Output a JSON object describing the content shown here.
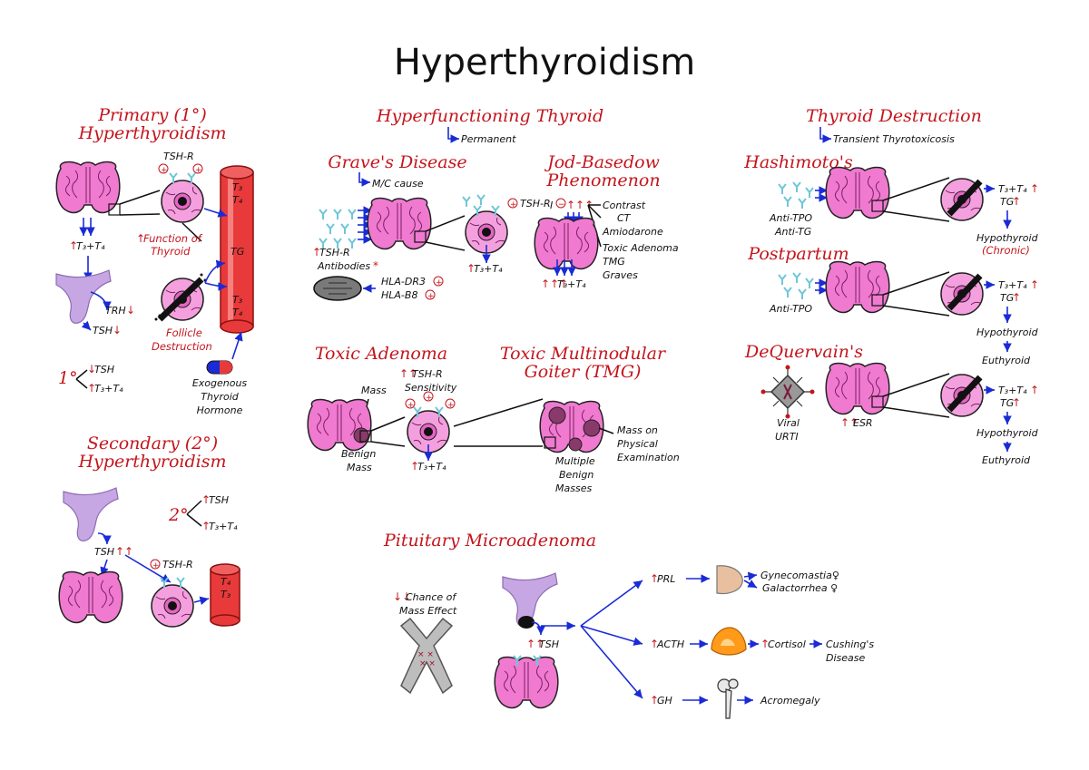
{
  "title": "Hyperthyroidism",
  "primary": {
    "heading_l1": "Primary (1°)",
    "heading_l2": "Hyperthyroidism",
    "tsh_r": "TSH-R",
    "t3t4": "T₃+T₄",
    "function_l1": "Function of",
    "function_l2": "Thyroid",
    "trh": "TRH",
    "tsh": "TSH",
    "follicle_l1": "Follicle",
    "follicle_l2": "Destruction",
    "exo_l1": "Exogenous",
    "exo_l2": "Thyroid",
    "exo_l3": "Hormone",
    "vessel_t3": "T₃",
    "vessel_t4": "T₄",
    "vessel_tg": "TG",
    "degree": "1°",
    "deg_tsh": "TSH",
    "deg_t3t4": "T₃+T₄"
  },
  "secondary": {
    "heading_l1": "Secondary (2°)",
    "heading_l2": "Hyperthyroidism",
    "degree": "2°",
    "deg_tsh": "TSH",
    "deg_t3t4": "T₃+T₄",
    "tsh": "TSH",
    "tsh_r": "TSH-R",
    "vessel_t4": "T₄",
    "vessel_t3": "T₃"
  },
  "hyperfunctioning": {
    "heading": "Hyperfunctioning Thyroid",
    "note": "Permanent",
    "graves": {
      "heading": "Grave's Disease",
      "note": "M/C cause",
      "tsh_r": "TSH-R",
      "antibodies_l1": "TSH-R",
      "antibodies_l2": "Antibodies",
      "asterisk": "*",
      "hla1": "HLA-DR3",
      "hla2": "HLA-B8",
      "t3t4": "T₃+T₄"
    },
    "jod": {
      "heading_l1": "Jod-Basedow",
      "heading_l2": "Phenomenon",
      "iodine": "I",
      "items": [
        "Contrast",
        "CT",
        "Amiodarone",
        "Toxic Adenoma",
        "TMG",
        "Graves"
      ],
      "t3t4": "T₃+T₄"
    },
    "toxic_adenoma": {
      "heading": "Toxic Adenoma",
      "sens_l1": "TSH-R",
      "sens_l2": "Sensitivity",
      "mass": "Mass",
      "benign_l1": "Benign",
      "benign_l2": "Mass",
      "t3t4": "T₃+T₄"
    },
    "tmg": {
      "heading_l1": "Toxic Multinodular",
      "heading_l2": "Goiter (TMG)",
      "mass_l1": "Mass on",
      "mass_l2": "Physical",
      "mass_l3": "Examination",
      "multi_l1": "Multiple",
      "multi_l2": "Benign",
      "multi_l3": "Masses"
    }
  },
  "destruction": {
    "heading": "Thyroid Destruction",
    "note": "Transient Thyrotoxicosis",
    "hashimoto": {
      "heading": "Hashimoto's",
      "ab1": "Anti-TPO",
      "ab2": "Anti-TG",
      "t3t4": "T₃+T₄",
      "tg": "TG",
      "hypo": "Hypothyroid",
      "chronic": "(Chronic)"
    },
    "postpartum": {
      "heading": "Postpartum",
      "ab1": "Anti-TPO",
      "t3t4": "T₃+T₄",
      "tg": "TG",
      "hypo": "Hypothyroid",
      "eu": "Euthyroid"
    },
    "dequervain": {
      "heading": "DeQuervain's",
      "viral_l1": "Viral",
      "viral_l2": "URTI",
      "esr": "ESR",
      "t3t4": "T₃+T₄",
      "tg": "TG",
      "hypo": "Hypothyroid",
      "eu": "Euthyroid"
    }
  },
  "pituitary": {
    "heading": "Pituitary Microadenoma",
    "chance_l1": "Chance of",
    "chance_l2": "Mass Effect",
    "tsh": "TSH",
    "prl": "PRL",
    "acth": "ACTH",
    "gh": "GH",
    "gyn": "Gynecomastia♀",
    "gal": "Galactorrhea ♀",
    "cortisol": "Cortisol",
    "cushing_l1": "Cushing's",
    "cushing_l2": "Disease",
    "acro": "Acromegaly"
  },
  "colors": {
    "heading": "#c4151c",
    "arrow": "#1a2bd6",
    "gland": "#f07ad0",
    "pituitary": "#c6a7e4",
    "vessel": "#e83a3a"
  },
  "icons": [
    "thyroid-gland-icon",
    "follicle-cell-icon",
    "pituitary-icon",
    "blood-vessel-icon",
    "antibody-icon",
    "virus-icon",
    "chromosome-icon",
    "breast-icon",
    "adrenal-icon",
    "bone-icon",
    "capsule-icon"
  ]
}
